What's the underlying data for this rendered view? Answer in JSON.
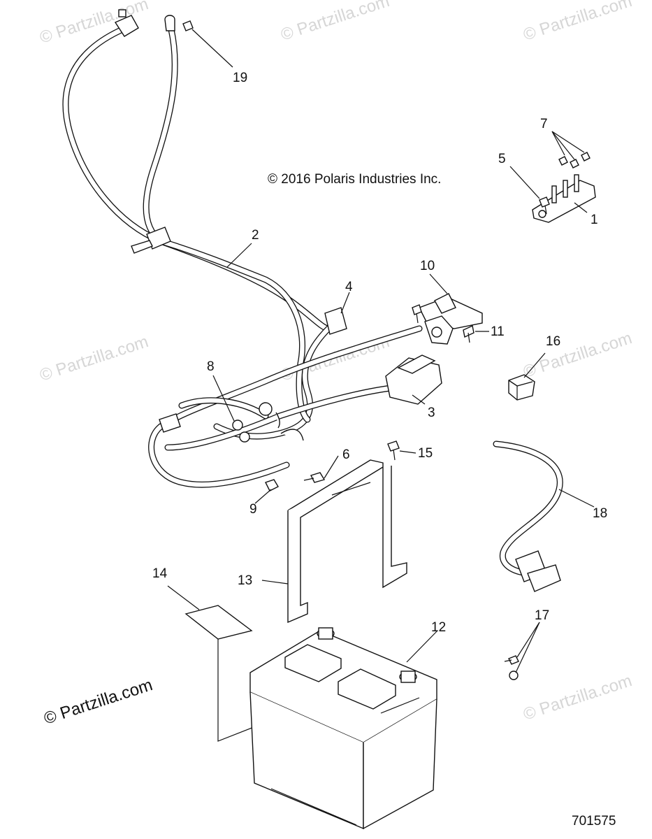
{
  "copyright": "© 2016 Polaris Industries Inc.",
  "brand_watermark": "© Partzilla.com",
  "faint_watermark": "© Partzilla.com",
  "diagram_number": "701575",
  "callouts": {
    "c1": "1",
    "c2": "2",
    "c3": "3",
    "c4": "4",
    "c5": "5",
    "c6": "6",
    "c7": "7",
    "c8": "8",
    "c9": "9",
    "c10": "10",
    "c11": "11",
    "c12": "12",
    "c13": "13",
    "c14": "14",
    "c15": "15",
    "c16": "16",
    "c17": "17",
    "c18": "18",
    "c19": "19"
  }
}
